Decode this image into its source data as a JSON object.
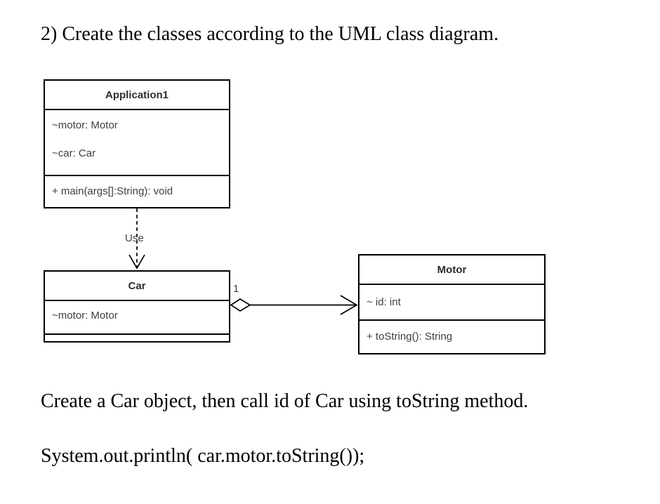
{
  "heading": "2) Create the classes according to the UML class diagram.",
  "diagram": {
    "classes": {
      "application1": {
        "name": "Application1",
        "attributes": [
          "~motor: Motor",
          "~car: Car"
        ],
        "methods": [
          "+ main(args[]:String): void"
        ]
      },
      "car": {
        "name": "Car",
        "attributes": [
          "~motor: Motor"
        ],
        "methods": []
      },
      "motor": {
        "name": "Motor",
        "attributes": [
          "~ id: int"
        ],
        "methods": [
          "+ toString(): String"
        ]
      }
    },
    "connectors": {
      "use": {
        "label": "Use",
        "type": "dashed-dependency"
      },
      "aggregation": {
        "multiplicity": "1",
        "type": "aggregation"
      }
    }
  },
  "instructions": {
    "line1": "Create a Car object, then call id of Car using toString method.",
    "line2": "System.out.println( car.motor.toString());"
  },
  "colors": {
    "background": "#ffffff",
    "box_border": "#000000",
    "box_text": "#3f3f3f",
    "serif_text": "#000000"
  }
}
